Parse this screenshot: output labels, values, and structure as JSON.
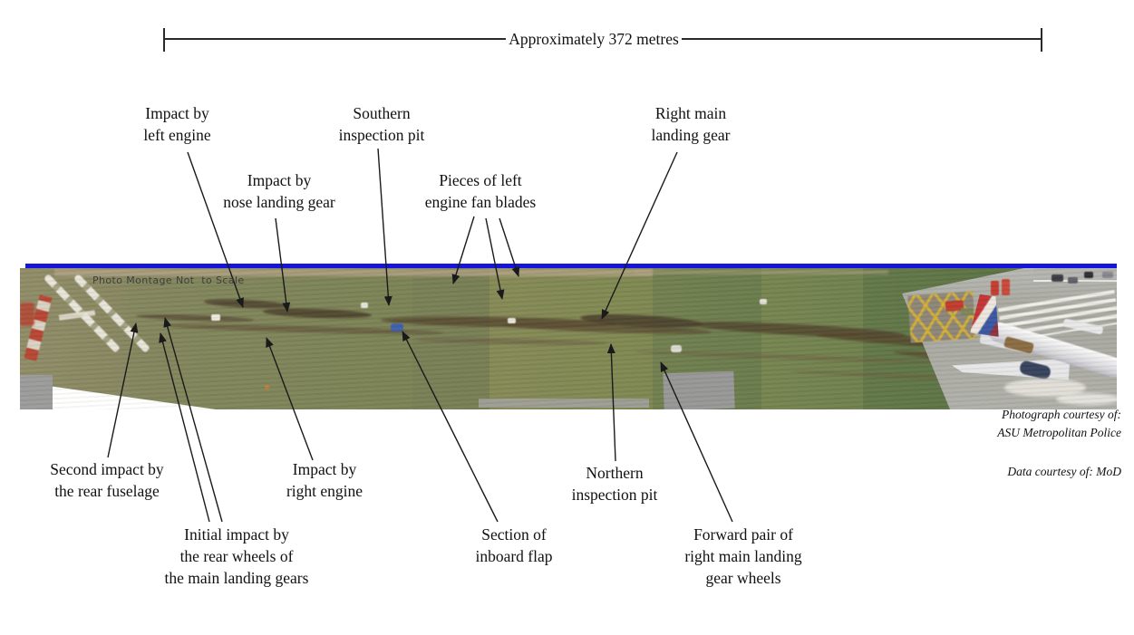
{
  "figure": {
    "scale_label": "Approximately 372 metres",
    "photo_note": "Photo Montage Not  to Scale"
  },
  "labels": {
    "impact_left_engine": "Impact by\nleft engine",
    "southern_inspection_pit": "Southern\ninspection pit",
    "right_main_landing_gear": "Right main\nlanding gear",
    "impact_nose_landing_gear": "Impact by\nnose landing gear",
    "pieces_left_engine_fan_blades": "Pieces of left\nengine fan blades",
    "second_impact_rear_fuselage": "Second impact by\nthe rear fuselage",
    "impact_right_engine": "Impact by\nright engine",
    "northern_inspection_pit": "Northern\ninspection pit",
    "initial_impact_rear_wheels": "Initial impact by\nthe rear wheels of\nthe main landing gears",
    "section_inboard_flap": "Section of\ninboard flap",
    "forward_pair_right_mlg_wheels": "Forward pair of\nright main landing\ngear wheels"
  },
  "credits": {
    "photograph": "Photograph courtesy of:\nASU Metropolitan Police",
    "data": "Data courtesy of: MoD"
  },
  "colors": {
    "scale_line": "#2a2a2a",
    "montage_top_line": "#1414dd",
    "arrow": "#1a1a1a"
  }
}
